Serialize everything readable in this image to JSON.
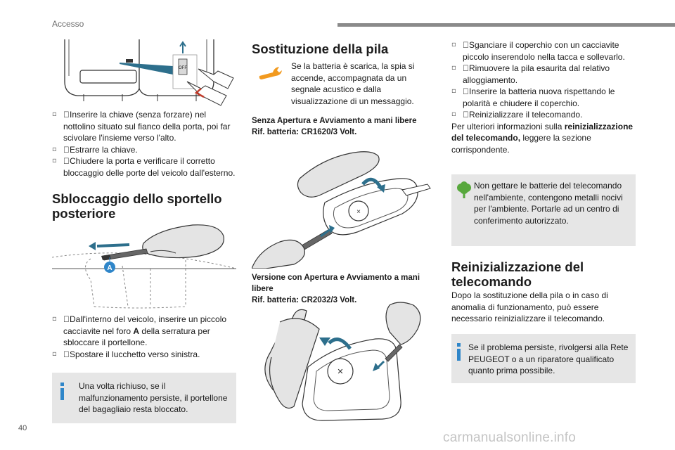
{
  "header": {
    "section": "Accesso"
  },
  "footer": {
    "page_number": "40",
    "watermark": "carmanualsonline.info"
  },
  "left_column": {
    "illustration_1": {
      "switch_label": "OFF"
    },
    "bullets_1": [
      "Inserire la chiave (senza forzare) nel nottolino situato sul fianco della porta, poi far scivolare l'insieme verso l'alto.",
      "Estrarre la chiave.",
      "Chiudere la porta e verificare il corretto bloccaggio delle porte del veicolo dall'esterno."
    ],
    "section_title": "Sbloccaggio dello sportello posteriore",
    "illustration_2": {
      "marker": "A"
    },
    "bullet_2a_before": "Dall'interno del veicolo, inserire un piccolo cacciavite nel foro ",
    "bullet_2a_bold": "A",
    "bullet_2a_after": " della serratura per sbloccare il portellone.",
    "bullet_2b": "Spostare il lucchetto verso sinistra.",
    "info_text": "Una volta richiuso, se il malfunzionamento persiste, il portellone del bagagliaio resta bloccato."
  },
  "middle_column": {
    "section_title": "Sostituzione della pila",
    "warning_text": "Se la batteria è scarica, la spia si accende, accompagnata da un segnale acustico e dalla visualizzazione di un messaggio.",
    "spec_1_line1": "Senza Apertura e Avviamento a mani libere",
    "spec_1_line2": "Rif. batteria: CR1620/3 Volt.",
    "spec_2_line1": "Versione con Apertura e Avviamento a mani libere",
    "spec_2_line2": "Rif. batteria: CR2032/3 Volt."
  },
  "right_column": {
    "bullets": [
      "Sganciare il coperchio con un cacciavite piccolo inserendolo nella tacca e sollevarlo.",
      "Rimuovere la pila esaurita dal relativo alloggiamento.",
      "Inserire la batteria nuova rispettando le polarità e chiudere il coperchio.",
      "Reinizializzare il telecomando."
    ],
    "further_before": "Per ulteriori informazioni sulla ",
    "further_bold": "reinizializzazione del telecomando,",
    "further_after": " leggere la sezione corrispondente.",
    "eco_text": "Non gettare le batterie del telecomando nell'ambiente, contengono metalli nocivi per l'ambiente. Portarle ad un centro di conferimento autorizzato.",
    "section_title": "Reinizializzazione del telecomando",
    "reinit_text": "Dopo la sostituzione della pila o in caso di anomalia di funzionamento, può essere necessario reinizializzare il telecomando.",
    "info_text": "Se il problema persiste, rivolgersi alla Rete PEUGEOT o a un riparatore qualificato quanto prima possibile."
  },
  "colors": {
    "info_blue": "#2f86c9",
    "eco_green": "#58a83d",
    "warning_orange": "#f29a1f",
    "box_gray": "#e6e6e6"
  }
}
